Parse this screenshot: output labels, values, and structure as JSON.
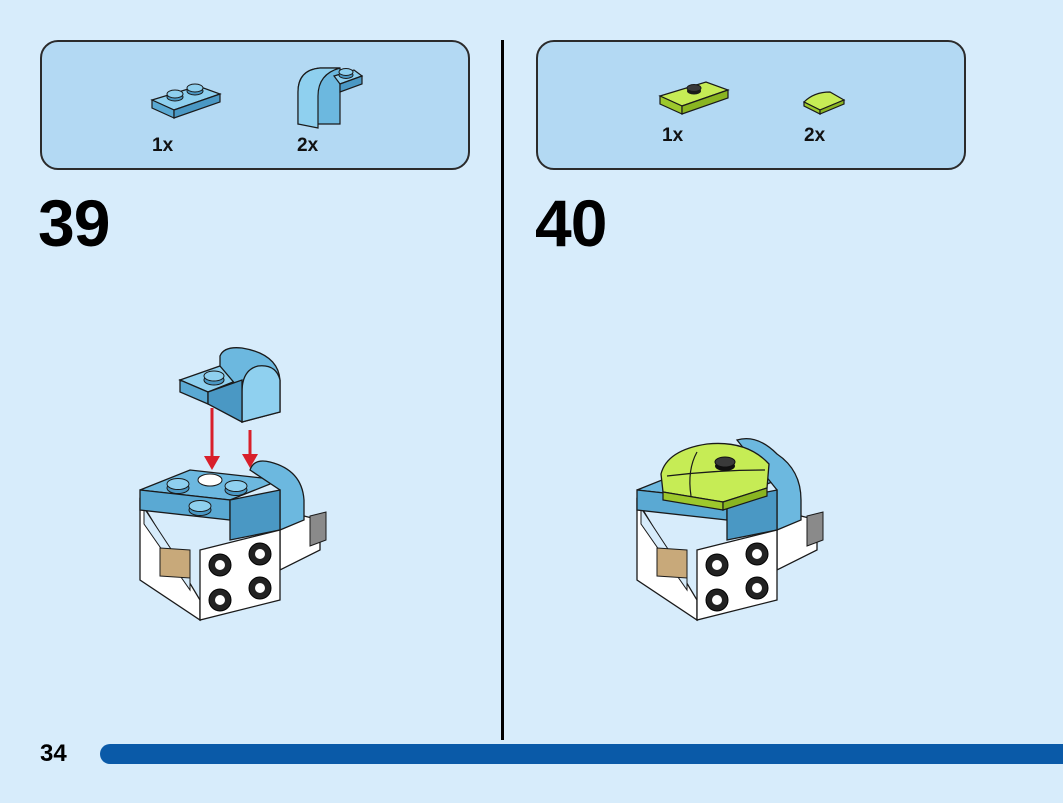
{
  "page": {
    "number": "34"
  },
  "steps": [
    {
      "number": "39",
      "parts": [
        {
          "name": "medium-azure-plate-1x2",
          "quantity": "1x",
          "color": "#6cb8df"
        },
        {
          "name": "medium-azure-curved-slope",
          "quantity": "2x",
          "color": "#6cb8df"
        }
      ],
      "arrow_color": "#d81f2a"
    },
    {
      "number": "40",
      "parts": [
        {
          "name": "lime-plate-with-stud",
          "quantity": "1x",
          "color": "#b7e33a"
        },
        {
          "name": "lime-quarter-tile",
          "quantity": "2x",
          "color": "#b7e33a"
        }
      ]
    }
  ],
  "colors": {
    "background": "#d7ecfb",
    "parts_box": "#b3d9f3",
    "progress_bar": "#0a5aa8"
  }
}
